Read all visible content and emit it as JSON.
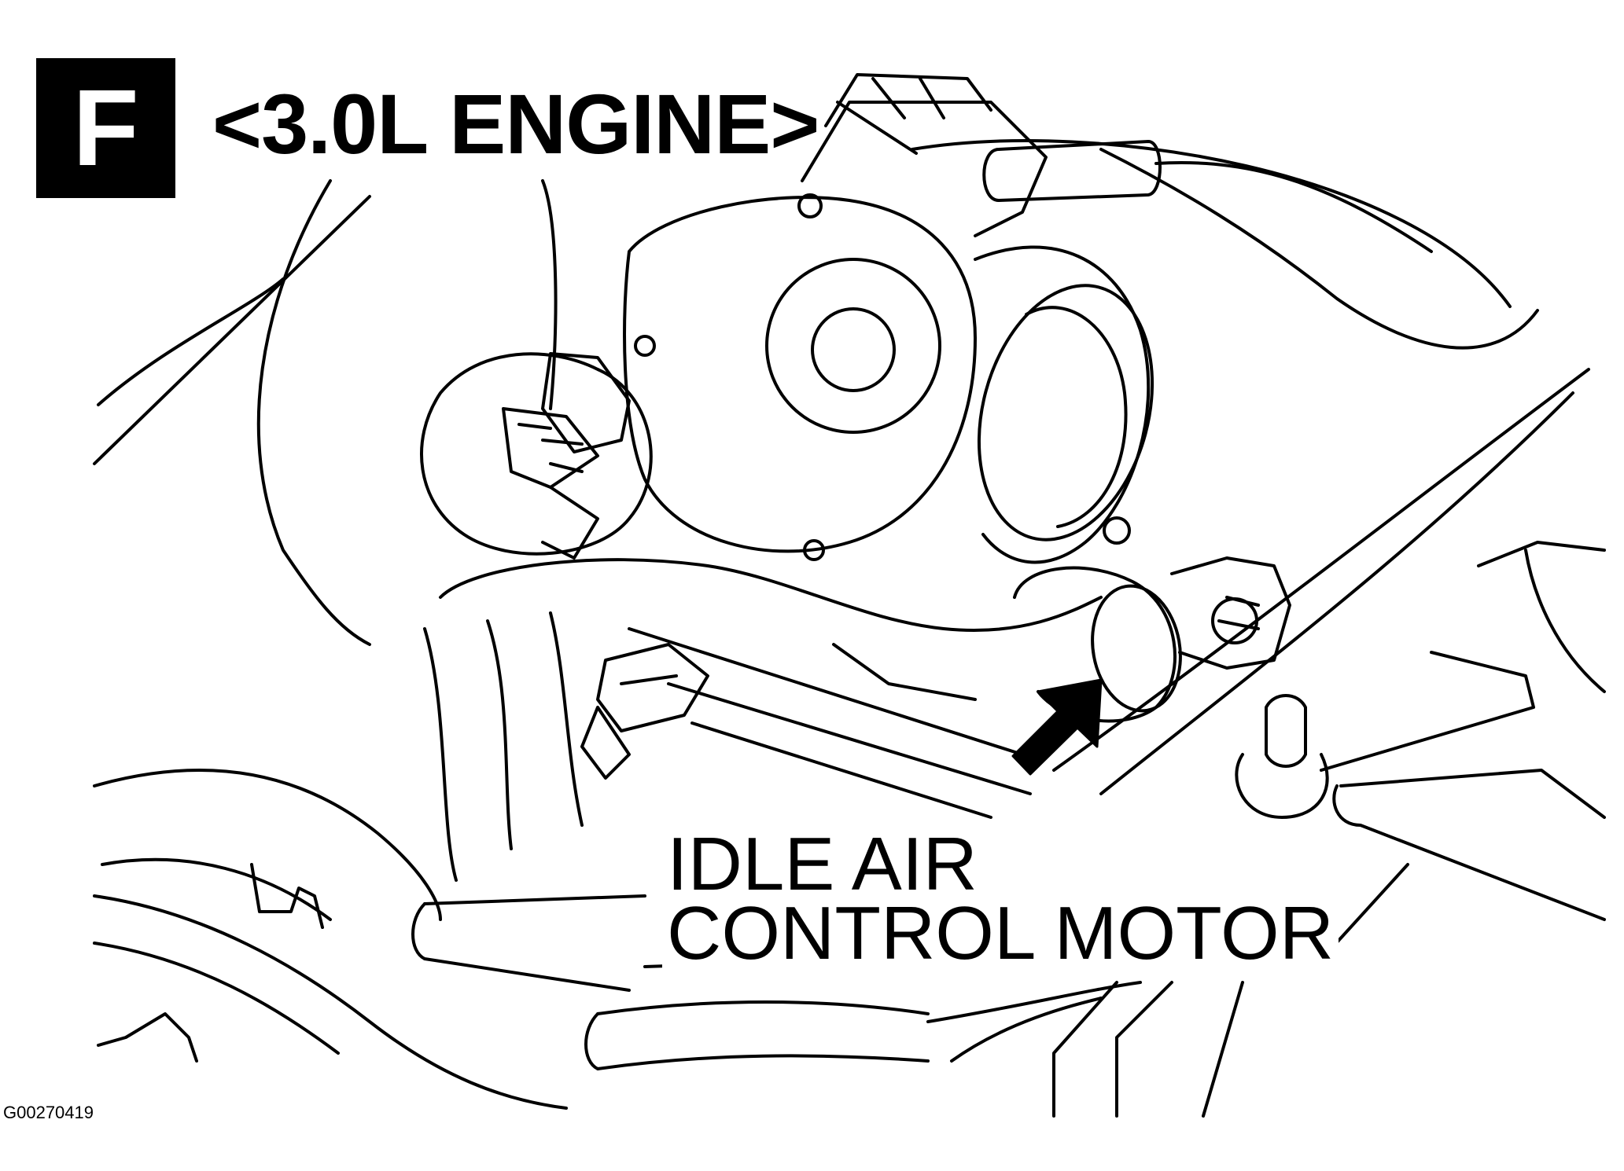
{
  "figure": {
    "panel_letter": "F",
    "title": "<3.0L ENGINE>",
    "callout": {
      "line1": "IDLE AIR",
      "line2": "CONTROL MOTOR"
    },
    "figure_id": "G00270419"
  }
}
